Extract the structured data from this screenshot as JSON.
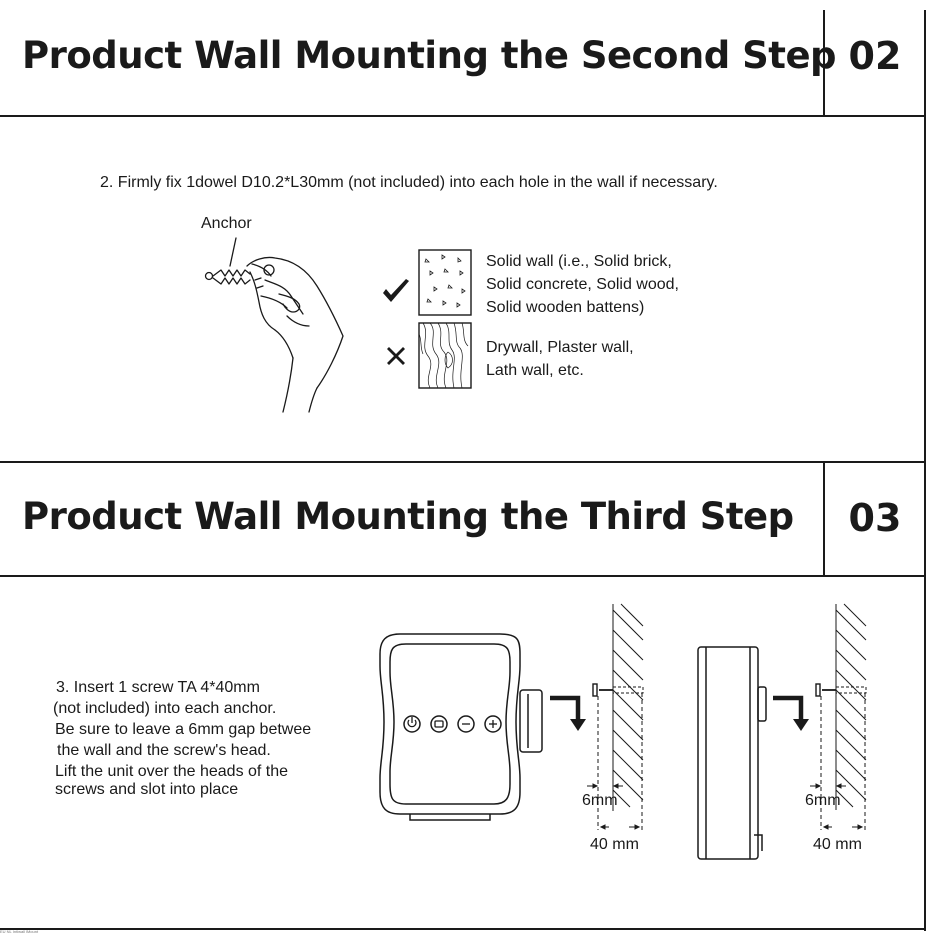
{
  "step2": {
    "title": "Product Wall Mounting the Second Step",
    "number": "02",
    "instruction": "2. Firmly fix 1dowel D10.2*L30mm (not included) into each hole in the wall if necessary.",
    "anchor_label": "Anchor",
    "walls": [
      {
        "status": "suitable",
        "icon": "check-icon",
        "lines": [
          "Solid wall (i.e., Solid brick,",
          "Solid concrete, Solid wood,",
          "Solid wooden battens)"
        ]
      },
      {
        "status": "unsuitable",
        "icon": "cross-icon",
        "lines": [
          "Drywall, Plaster wall,",
          "Lath wall, etc."
        ]
      }
    ]
  },
  "step3": {
    "title": "Product Wall Mounting the Third Step",
    "number": "03",
    "instruction_lines": [
      "3. Insert 1 screw TA 4*40mm",
      "(not included) into each anchor.",
      "Be sure to leave a 6mm gap betwee",
      "the wall and the screw's head.",
      "Lift the unit over the heads of the",
      "screws and slot into place"
    ],
    "gap_label": "6mm",
    "depth_label": "40 mm"
  },
  "footer": "EU NL Intlwall lMount"
}
